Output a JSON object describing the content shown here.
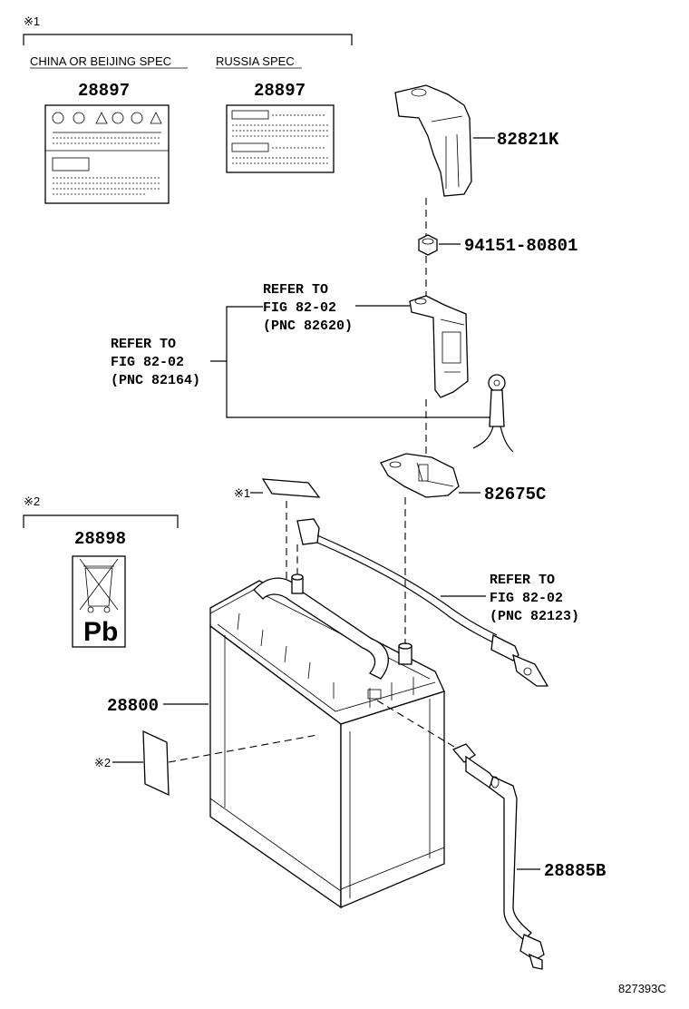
{
  "groups": {
    "note1_marker": "※1",
    "note2_marker": "※2",
    "china_spec": "CHINA OR BEIJING SPEC",
    "russia_spec": "RUSSIA SPEC"
  },
  "parts": {
    "label_china": "28897",
    "label_russia": "28897",
    "cover": "82821K",
    "nut": "94151-80801",
    "clamp": "82675C",
    "pb_label": "28898",
    "battery": "28800",
    "cable": "28885B"
  },
  "refs": {
    "ref_82620": [
      "REFER TO",
      "FIG 82-02",
      "(PNC 82620)"
    ],
    "ref_82164": [
      "REFER TO",
      "FIG 82-02",
      "(PNC 82164)"
    ],
    "ref_82123": [
      "REFER TO",
      "FIG 82-02",
      "(PNC 82123)"
    ]
  },
  "callouts": {
    "small_label_note1": "※1",
    "small_label_note2": "※2"
  },
  "pb_text": "Pb",
  "drawing_id": "827393C"
}
